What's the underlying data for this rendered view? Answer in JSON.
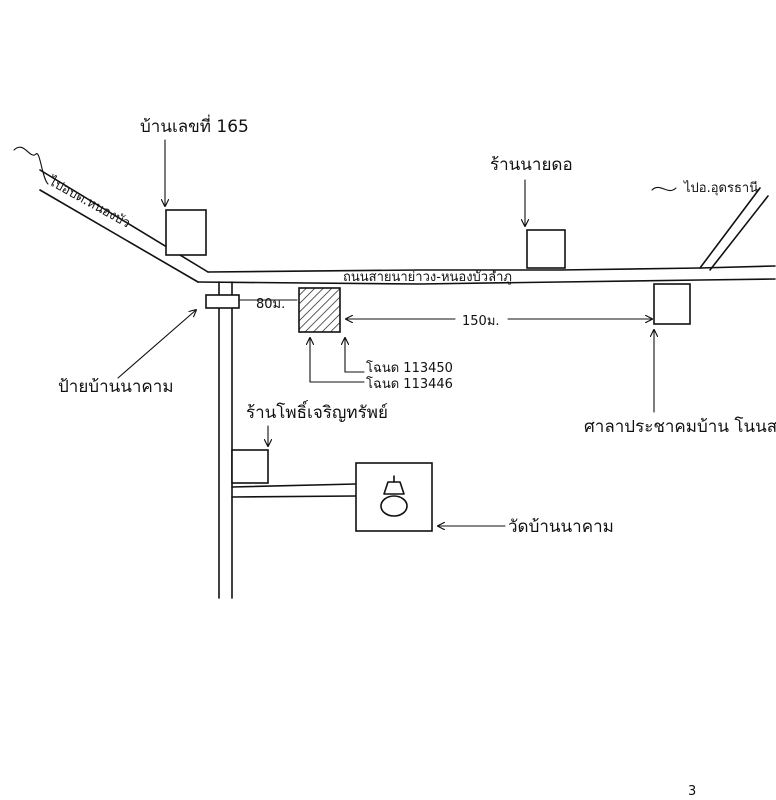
{
  "labels": {
    "house_number": "บ้านเลขที่ 165",
    "shop_top": "ร้านนายดอ",
    "to_udon": "ไปอ.อุดรธานี",
    "road_left": "ไปอบต.หนองบัว",
    "main_road": "ถนนสายนาย่าวง-หนองบัวลำภู",
    "sign": "ป้ายบ้านนาคาม",
    "plot_a": "โฉนด 113450",
    "plot_b": "โฉนด 113446",
    "shop_mid": "ร้านโพธิ์เจริญทรัพย์",
    "pavilion": "ศาลาประชาคมบ้าน โนนสวรรค์",
    "temple": "วัดบ้านนาคาม",
    "dist_short": "80ม.",
    "dist_long": "150ม.",
    "page_num": "3"
  },
  "icons": {
    "temple": "bell-stupa-icon",
    "plot": "hatched-plot-icon"
  }
}
